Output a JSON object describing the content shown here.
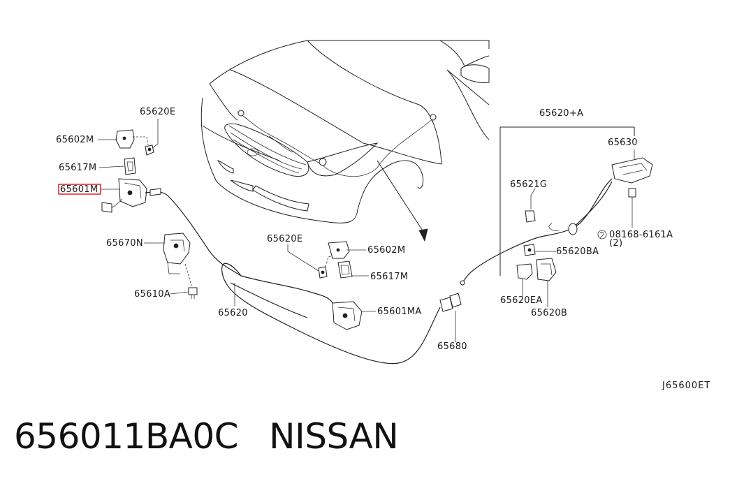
{
  "labels": {
    "p65620E_top": "65620E",
    "p65602M_left": "65602M",
    "p65617M_left": "65617M",
    "p65601M_left": "65601M",
    "p65670N": "65670N",
    "p65610A": "65610A",
    "p65620": "65620",
    "p65620E_mid": "65620E",
    "p65602M_right": "65602M",
    "p65617M_right": "65617M",
    "p65601MA": "65601MA",
    "p65680": "65680",
    "p65620A": "65620+A",
    "p65630": "65630",
    "p65621G": "65621G",
    "p08168": "08168-6161A",
    "p08168_qty": "(2)",
    "p65620BA": "65620BA",
    "p65620EA": "65620EA",
    "p65620B": "65620B",
    "ref_code": "J65600ET"
  },
  "footer": {
    "part_number": "656011BA0C",
    "brand": "NISSAN"
  },
  "colors": {
    "highlight": "#e02020",
    "ink": "#222222"
  }
}
